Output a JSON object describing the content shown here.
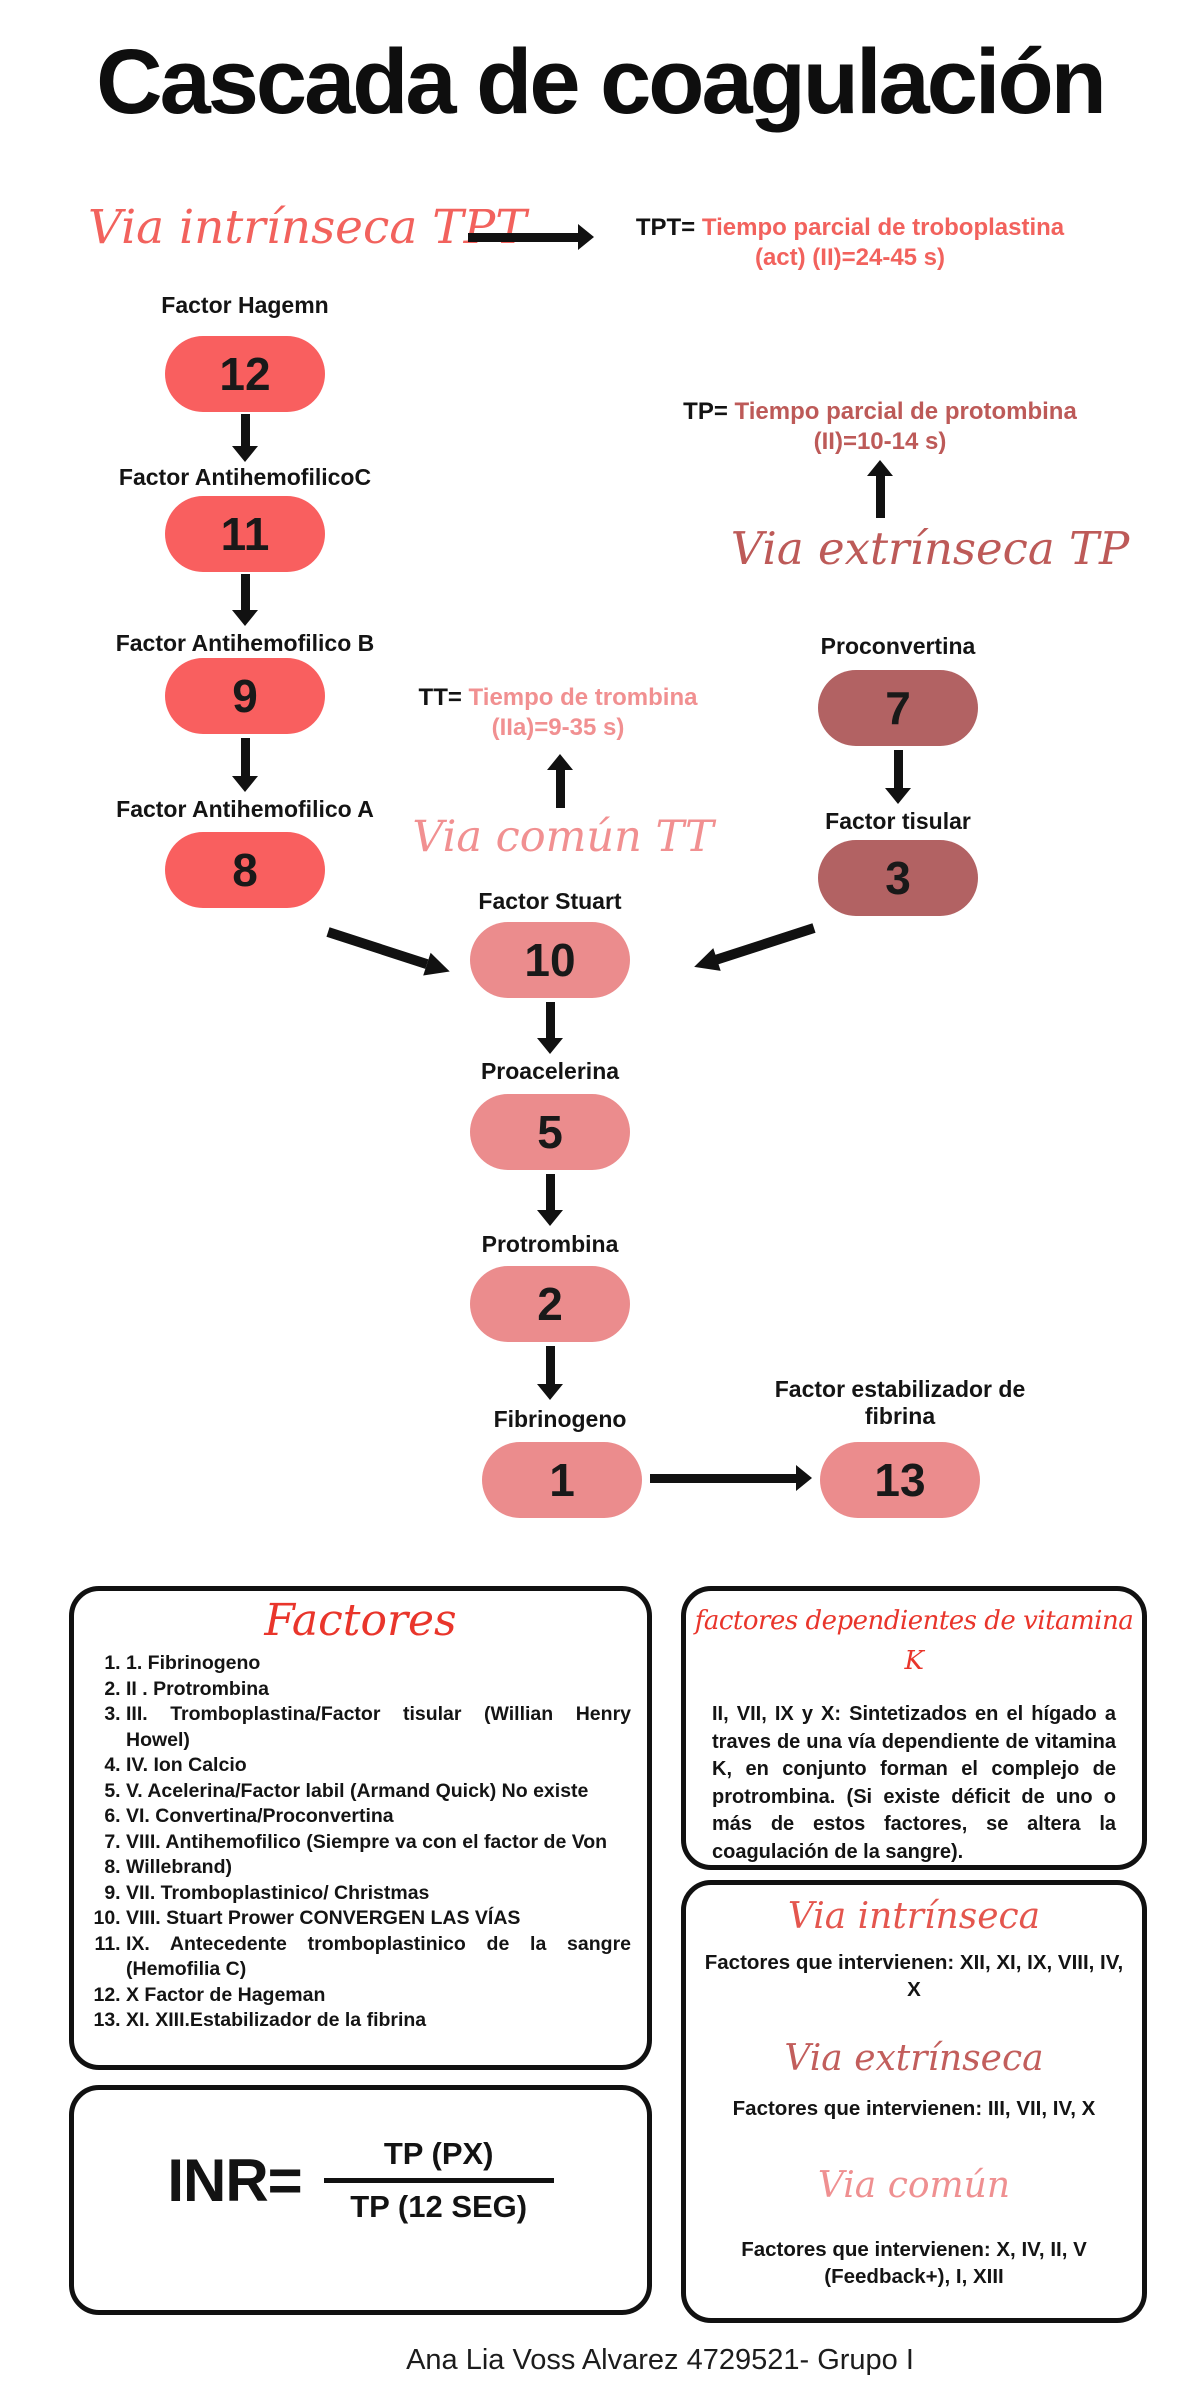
{
  "title": "Cascada de coagulación",
  "footer": "Ana Lia Voss Alvarez 4729521- Grupo I",
  "colors": {
    "intrinsic_pill": "#f95f5f",
    "extrinsic_pill": "#b26263",
    "common_pill": "#eb8c8d",
    "intrinsic_accent": "#f2625d",
    "extrinsic_accent": "#bd5a58",
    "common_accent": "#f19091",
    "heading_red": "#e9352b",
    "arrow_black": "#111111"
  },
  "intrinsic": {
    "script_label": "Via intrínseca TPT",
    "formula_label": "TPT=",
    "formula_line1": "Tiempo parcial de troboplastina",
    "formula_line2": "(act) (II)=24-45 s)",
    "nodes": [
      {
        "label": "Factor Hagemn",
        "number": "12"
      },
      {
        "label": "Factor AntihemofilicoC",
        "number": "11"
      },
      {
        "label": "Factor Antihemofilico B",
        "number": "9"
      },
      {
        "label": "Factor Antihemofilico A",
        "number": "8"
      }
    ]
  },
  "extrinsic": {
    "script_label": "Via extrínseca TP",
    "formula_label": "TP=",
    "formula_line1": "Tiempo parcial de protombina",
    "formula_line2": "(II)=10-14 s)",
    "nodes": [
      {
        "label": "Proconvertina",
        "number": "7"
      },
      {
        "label": "Factor tisular",
        "number": "3"
      }
    ]
  },
  "common": {
    "script_label": "Via común TT",
    "formula_label": "TT=",
    "formula_line1": "Tiempo de trombina",
    "formula_line2": "(IIa)=9-35 s)",
    "nodes": [
      {
        "label": "Factor Stuart",
        "number": "10"
      },
      {
        "label": "Proacelerina",
        "number": "5"
      },
      {
        "label": "Protrombina",
        "number": "2"
      },
      {
        "label": "Fibrinogeno",
        "number": "1"
      }
    ],
    "branch_node": {
      "label": "Factor estabilizador de fibrina",
      "number": "13"
    }
  },
  "factors_box": {
    "heading": "Factores",
    "items": [
      "1. Fibrinogeno",
      "II . Protrombina",
      "III. Tromboplastina/Factor tisular (Willian Henry Howel)",
      "IV. Ion Calcio",
      "V. Acelerina/Factor labil (Armand Quick) No existe",
      "VI. Convertina/Proconvertina",
      "VIII. Antihemofilico (Siempre va con el factor de Von",
      "Willebrand)",
      "VII. Tromboplastinico/ Christmas",
      "VIII. Stuart Prower CONVERGEN LAS VÍAS",
      "IX. Antecedente tromboplastinico de la sangre (Hemofilia C)",
      "X Factor de Hageman",
      "XI. XIII.Estabilizador de la fibrina"
    ]
  },
  "vitamin_k_box": {
    "heading": "factores dependientes de vitamina K",
    "body": "II, VII, IX y X: Sintetizados en el hígado a traves de una vía dependiente de vitamina K, en conjunto forman el complejo de protrombina. (Si existe déficit de uno o más de estos factores, se altera la coagulación de la sangre)."
  },
  "pathways_box": {
    "sections": [
      {
        "heading": "Via intrínseca",
        "text": "Factores que intervienen: XII, XI, IX, VIII, IV, X"
      },
      {
        "heading": "Via extrínseca",
        "text": "Factores que intervienen: III, VII, IV, X"
      },
      {
        "heading": "Via común",
        "text": "Factores que intervienen: X, IV, II, V (Feedback+), I, XIII"
      }
    ]
  },
  "inr_box": {
    "label": "INR=",
    "numerator": "TP (PX)",
    "denominator": "TP (12 SEG)"
  }
}
